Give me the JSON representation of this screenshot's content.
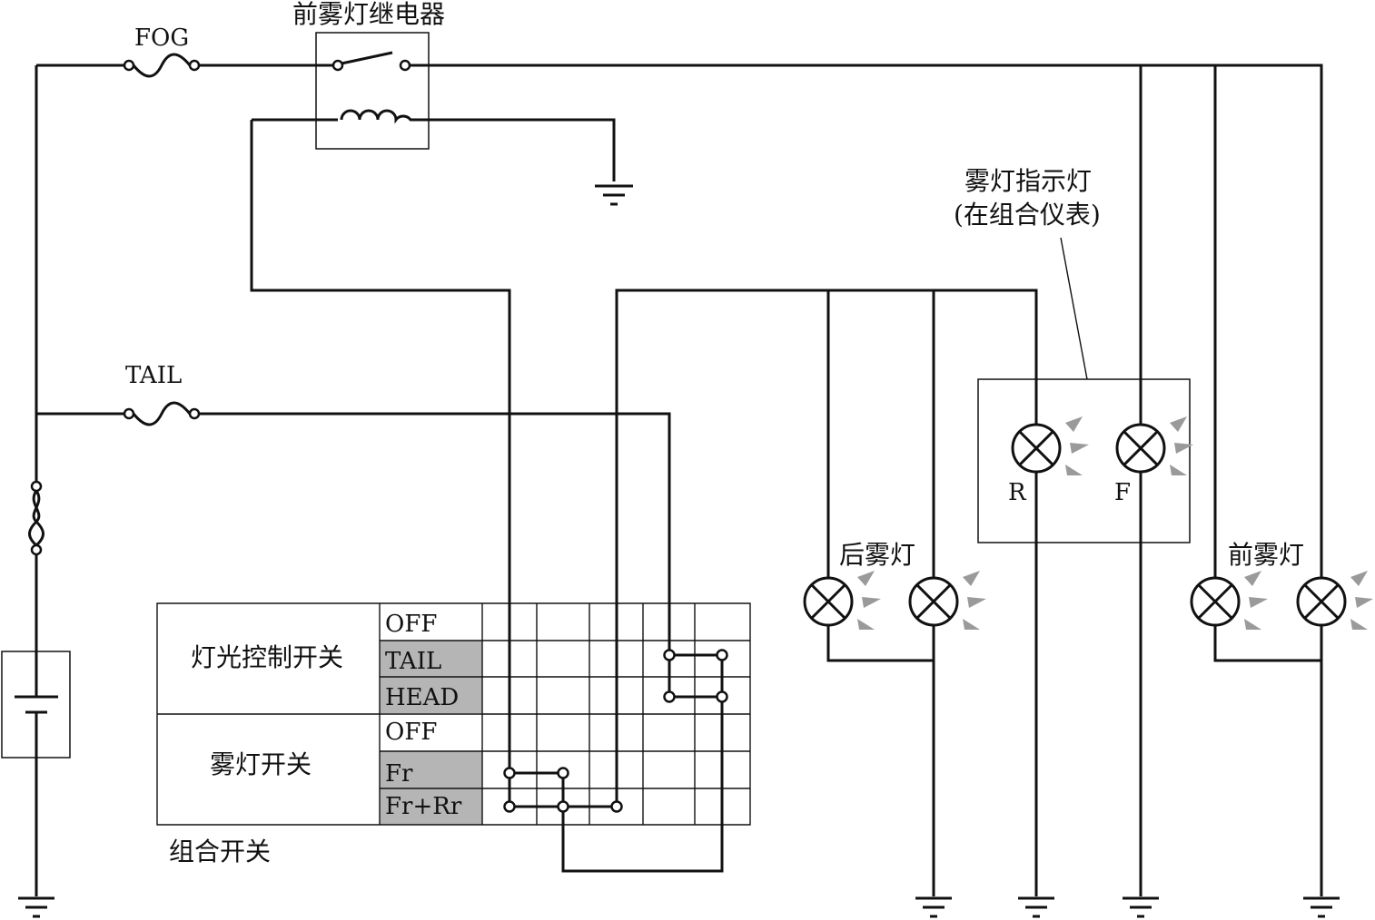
{
  "labels": {
    "relay": "前雾灯继电器",
    "fuse_fog": "FOG",
    "fuse_tail": "TAIL",
    "indicator_title": "雾灯指示灯",
    "indicator_sub": "(在组合仪表)",
    "indicator_r": "R",
    "indicator_f": "F",
    "rear_fog": "后雾灯",
    "front_fog": "前雾灯",
    "combo_switch": "组合开关"
  },
  "switch_table": {
    "light_switch": {
      "name": "灯光控制开关",
      "positions": [
        "OFF",
        "TAIL",
        "HEAD"
      ]
    },
    "fog_switch": {
      "name": "雾灯开关",
      "positions": [
        "OFF",
        "Fr",
        "Fr+Rr"
      ]
    },
    "highlight_color": "#b5b5b5"
  },
  "colors": {
    "wire": "#111111",
    "light_ray": "#9a9a9a"
  }
}
